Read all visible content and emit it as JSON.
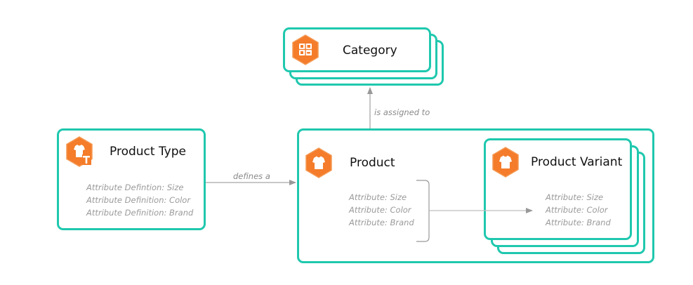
{
  "colors": {
    "border": "#1fc8ae",
    "icon": "#f47c2a",
    "connector": "#a8a8a8",
    "attribute_text": "#9a9a9a"
  },
  "category": {
    "title": "Category",
    "icon": "category-grid-icon"
  },
  "product_type": {
    "title": "Product Type",
    "icon": "tshirt-type-icon",
    "attributes": [
      "Attribute Defintion: Size",
      "Attribute Definition: Color",
      "Attribute Definition: Brand"
    ]
  },
  "product": {
    "title": "Product",
    "icon": "tshirt-icon",
    "attributes": [
      "Attribute: Size",
      "Attribute: Color",
      "Attribute: Brand"
    ]
  },
  "product_variant": {
    "title": "Product Variant",
    "icon": "tshirt-icon",
    "attributes": [
      "Attribute: Size",
      "Attribute: Color",
      "Attribute: Brand"
    ]
  },
  "connectors": {
    "defines": "defines a",
    "assigned": "is assigned to"
  }
}
